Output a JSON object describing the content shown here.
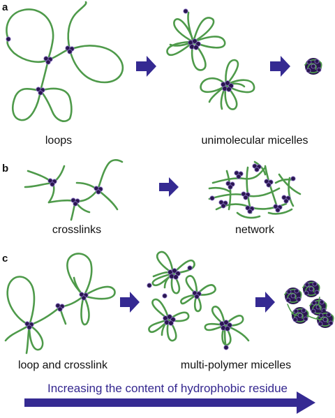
{
  "panels": {
    "a": {
      "letter": "a",
      "left_label": "loops",
      "right_label": "unimolecular micelles"
    },
    "b": {
      "letter": "b",
      "left_label": "crosslinks",
      "right_label": "network"
    },
    "c": {
      "letter": "c",
      "left_label": "loop and crosslink",
      "right_label": "multi-polymer micelles"
    }
  },
  "caption": "Increasing the content of hydrophobic residue",
  "colors": {
    "chain": "#4e9a4a",
    "hydrophobic_bead": "#2a1650",
    "arrow": "#352a92",
    "caption_text": "#34278f"
  }
}
